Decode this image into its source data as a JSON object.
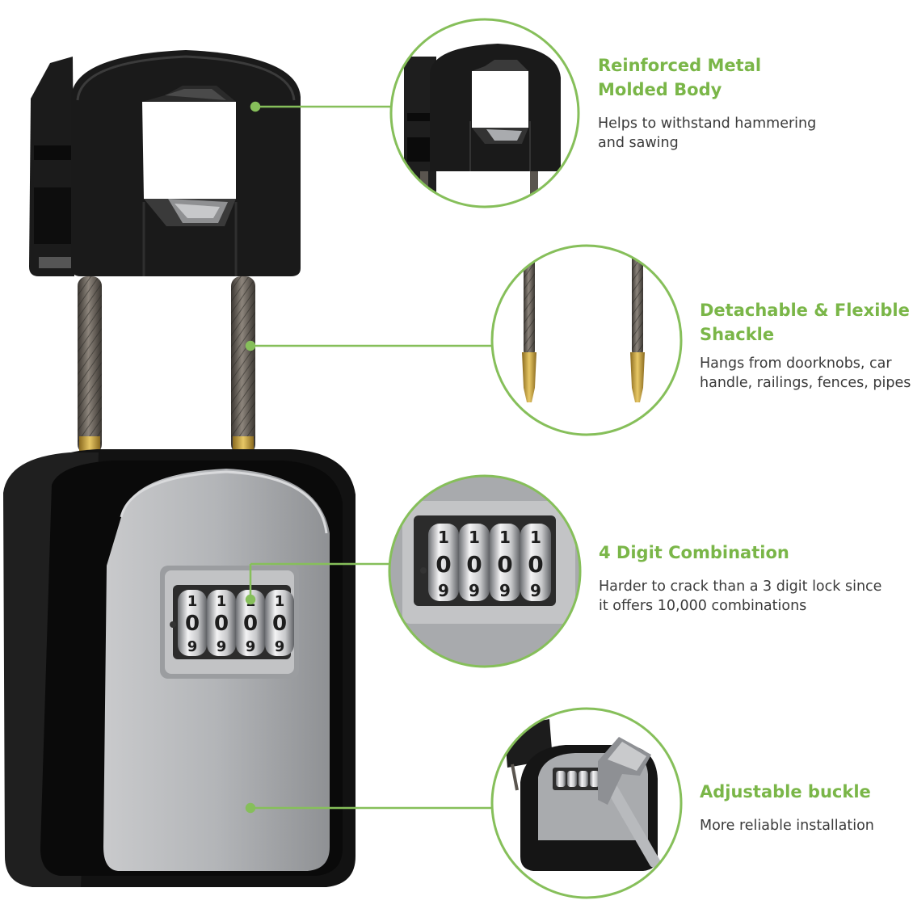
{
  "colors": {
    "accent_green": "#7ab648",
    "callout_line": "#86bf5a",
    "text_dark": "#3a3a3a",
    "lockbox_black": "#141414",
    "lockbox_silver": "#a9abae"
  },
  "dial_digits": {
    "top": "1",
    "middle": "0",
    "bottom": "9"
  },
  "features": [
    {
      "title": "Reinforced Metal\nMolded Body",
      "description": "Helps to withstand hammering\nand sawing",
      "icon": "metal-hook-detail-icon"
    },
    {
      "title": "Detachable & Flexible\nShackle",
      "description": "Hangs from doorknobs, car\nhandle, railings, fences, pipes",
      "icon": "cable-shackle-detail-icon"
    },
    {
      "title": "4 Digit Combination",
      "description": "Harder to crack than a 3 digit lock since\nit offers 10,000 combinations",
      "icon": "combination-dial-detail-icon"
    },
    {
      "title": "Adjustable buckle",
      "description": "More reliable installation",
      "icon": "hammer-lockbox-detail-icon"
    }
  ]
}
